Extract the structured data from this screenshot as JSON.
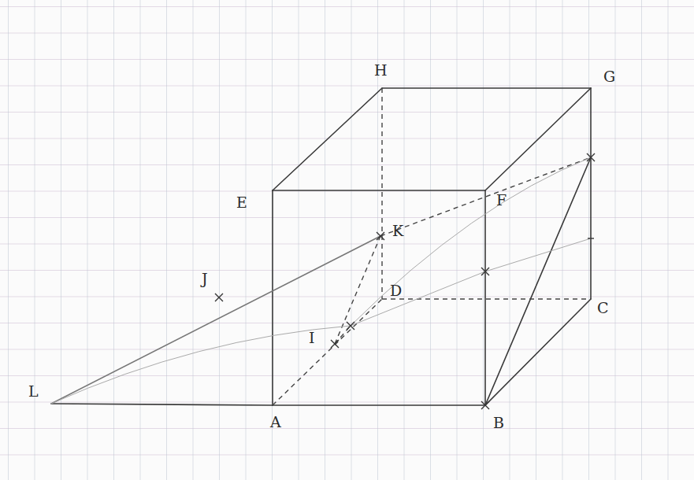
{
  "diagram": {
    "labels": [
      "H",
      "G",
      "E",
      "F",
      "J",
      "K",
      "I",
      "D",
      "C",
      "L",
      "A",
      "B"
    ]
  }
}
